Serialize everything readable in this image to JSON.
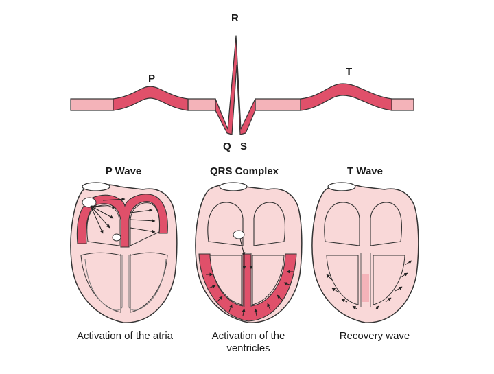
{
  "ecg": {
    "labels": {
      "p": "P",
      "r": "R",
      "q": "Q",
      "s": "S",
      "t": "T"
    }
  },
  "panels": [
    {
      "title": "P Wave",
      "caption": "Activation of the atria"
    },
    {
      "title": "QRS Complex",
      "caption_line1": "Activation of the",
      "caption_line2": "ventricles"
    },
    {
      "title": "T Wave",
      "caption": "Recovery wave"
    }
  ],
  "colors": {
    "tissue": "#f9d8d8",
    "outline": "#333333",
    "active": "#e0506a",
    "light_band": "#f4b3b9"
  }
}
